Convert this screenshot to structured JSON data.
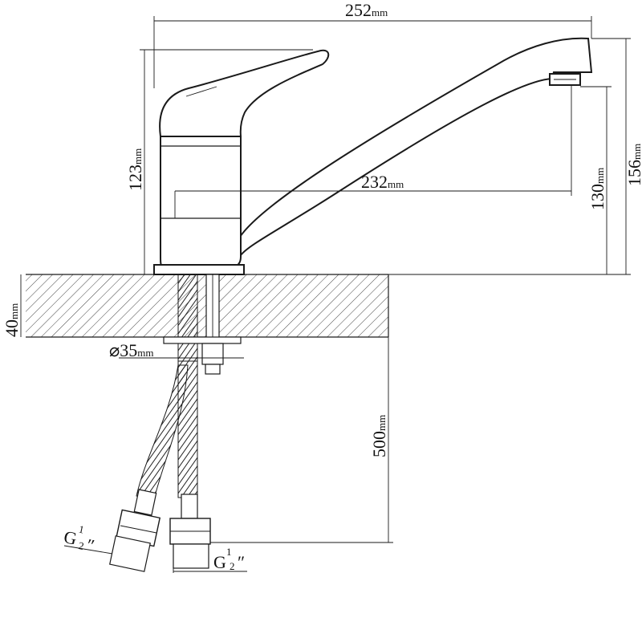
{
  "dimensions": {
    "overall_length": {
      "value": "252",
      "unit": "mm"
    },
    "spout_reach": {
      "value": "232",
      "unit": "mm"
    },
    "body_height": {
      "value": "123",
      "unit": "mm"
    },
    "spout_outlet_height": {
      "value": "130",
      "unit": "mm"
    },
    "total_height": {
      "value": "156",
      "unit": "mm"
    },
    "countertop_thickness": {
      "value": "40",
      "unit": "mm"
    },
    "mounting_hole": {
      "value": "⌀35",
      "unit": "mm"
    },
    "hose_length": {
      "value": "500",
      "unit": "mm"
    }
  },
  "connections": {
    "left": {
      "prefix": "G",
      "numerator": "1",
      "denominator": "2",
      "suffix": "″"
    },
    "right": {
      "prefix": "G",
      "numerator": "1",
      "denominator": "2",
      "suffix": "″"
    }
  },
  "colors": {
    "line": "#1a1a1a",
    "background": "#ffffff"
  }
}
